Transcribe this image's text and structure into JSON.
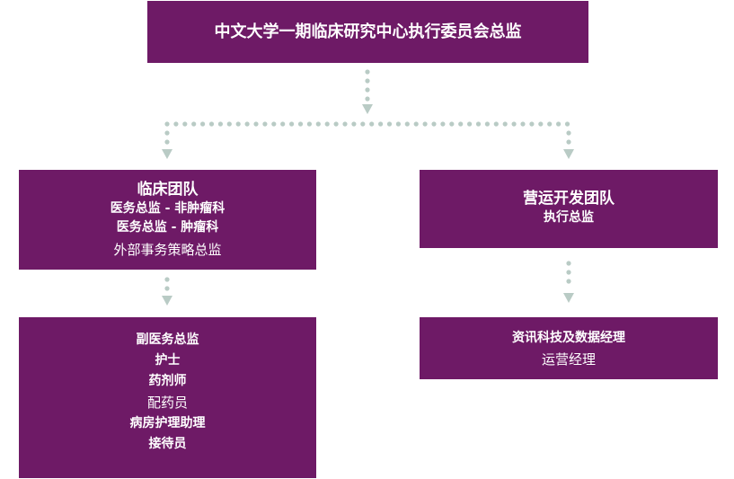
{
  "top": {
    "title": "中文大学一期临床研究中心执行委员会总监"
  },
  "clinical_team": {
    "title": "临床团队",
    "lines": [
      "医务总监 - 非肿瘤科",
      "医务总监 - 肿瘤科",
      "外部事务策略总监"
    ]
  },
  "operations_team": {
    "title": "营运开发团队",
    "lines": [
      "执行总监"
    ]
  },
  "clinical_staff": {
    "lines": [
      "副医务总监",
      "护士",
      "药剂师",
      "配药员",
      "病房护理助理",
      "接待员"
    ]
  },
  "operations_staff": {
    "lines": [
      "资讯科技及数据经理",
      "运营经理"
    ]
  },
  "colors": {
    "box_fill": "#6e1a66",
    "box_text": "#ffffff",
    "connector": "#b9cbc5"
  }
}
